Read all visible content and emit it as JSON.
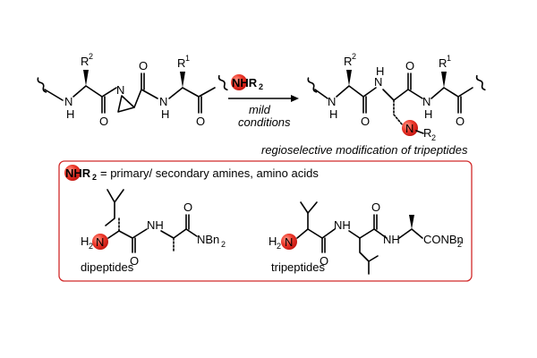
{
  "reagent": {
    "label": "NHR",
    "sub": "2"
  },
  "conditions": {
    "line1": "mild",
    "line2": "conditions"
  },
  "caption": "regioselective modification of tripeptides",
  "legend": {
    "label": "NHR",
    "sub": "2",
    "text": "= primary/ secondary amines, amino acids"
  },
  "atoms": {
    "R": "R",
    "sup1": "1",
    "sup2": "2",
    "N": "N",
    "H": "H",
    "O": "O",
    "NH": "NH",
    "NR2": "N",
    "R2sub": "2",
    "R2": "R",
    "H2N": "H",
    "H2sub": "2",
    "Nred": "N",
    "NBn": "NBn",
    "NBnsub": "2",
    "CONBn": "CONBn",
    "CONBnsub": "2"
  },
  "labels": {
    "dipeptides": "dipeptides",
    "tripeptides": "tripeptides"
  },
  "colors": {
    "highlight": "#e8231f",
    "box": "#d12a2a"
  }
}
